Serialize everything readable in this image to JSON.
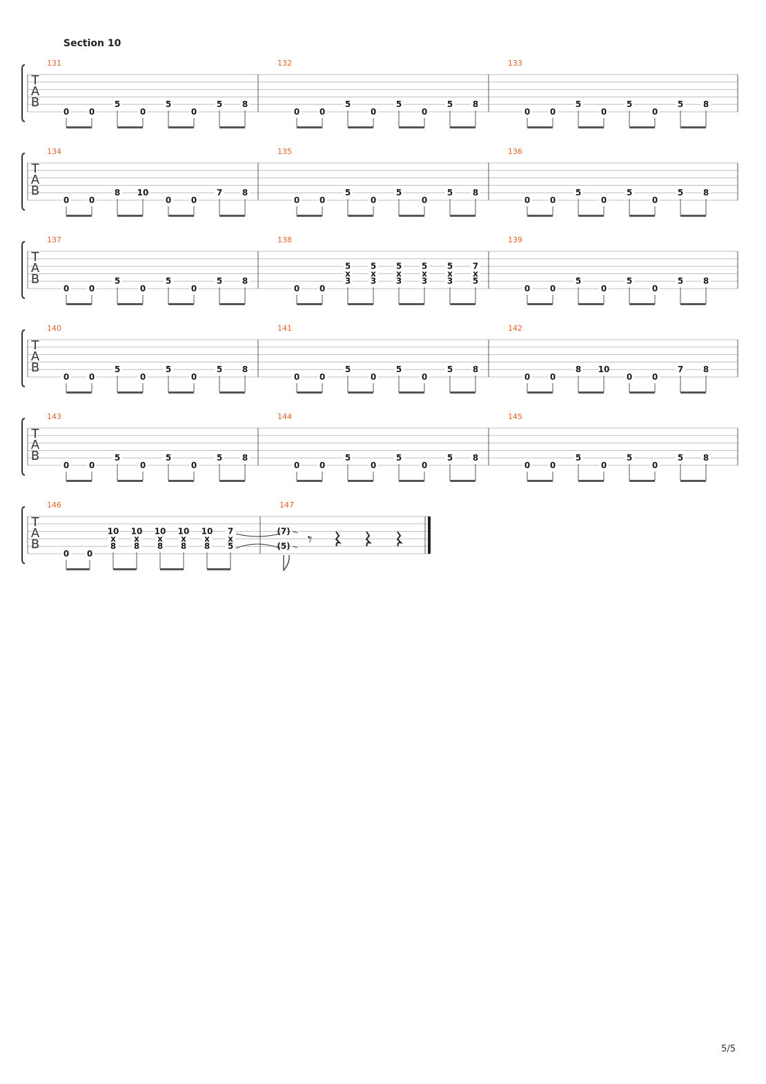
{
  "section_title": "Section 10",
  "page_number": "5/5",
  "tab_clef": [
    "T",
    "A",
    "B"
  ],
  "systems": [
    {
      "measures": [
        {
          "number": "131",
          "pattern": "A"
        },
        {
          "number": "132",
          "pattern": "A"
        },
        {
          "number": "133",
          "pattern": "A"
        }
      ]
    },
    {
      "measures": [
        {
          "number": "134",
          "pattern": "B"
        },
        {
          "number": "135",
          "pattern": "A"
        },
        {
          "number": "136",
          "pattern": "A"
        }
      ]
    },
    {
      "measures": [
        {
          "number": "137",
          "pattern": "A"
        },
        {
          "number": "138",
          "pattern": "C"
        },
        {
          "number": "139",
          "pattern": "A"
        }
      ]
    },
    {
      "measures": [
        {
          "number": "140",
          "pattern": "A"
        },
        {
          "number": "141",
          "pattern": "A"
        },
        {
          "number": "142",
          "pattern": "B"
        }
      ]
    },
    {
      "measures": [
        {
          "number": "143",
          "pattern": "A"
        },
        {
          "number": "144",
          "pattern": "A"
        },
        {
          "number": "145",
          "pattern": "A"
        }
      ]
    },
    {
      "measures": [
        {
          "number": "146",
          "pattern": "D"
        },
        {
          "number": "147",
          "pattern": "E"
        }
      ]
    }
  ],
  "patterns": {
    "A": [
      [
        {
          "s": 6,
          "f": "0"
        }
      ],
      [
        {
          "s": 6,
          "f": "0"
        }
      ],
      [
        {
          "s": 5,
          "f": "5"
        }
      ],
      [
        {
          "s": 6,
          "f": "0"
        }
      ],
      [
        {
          "s": 5,
          "f": "5"
        }
      ],
      [
        {
          "s": 6,
          "f": "0"
        }
      ],
      [
        {
          "s": 5,
          "f": "5"
        }
      ],
      [
        {
          "s": 5,
          "f": "8"
        }
      ]
    ],
    "B": [
      [
        {
          "s": 6,
          "f": "0"
        }
      ],
      [
        {
          "s": 6,
          "f": "0"
        }
      ],
      [
        {
          "s": 5,
          "f": "8"
        }
      ],
      [
        {
          "s": 5,
          "f": "10"
        }
      ],
      [
        {
          "s": 6,
          "f": "0"
        }
      ],
      [
        {
          "s": 6,
          "f": "0"
        }
      ],
      [
        {
          "s": 5,
          "f": "7"
        }
      ],
      [
        {
          "s": 5,
          "f": "8"
        }
      ]
    ],
    "C": [
      [
        {
          "s": 6,
          "f": "0"
        }
      ],
      [
        {
          "s": 6,
          "f": "0"
        }
      ],
      [
        {
          "s": 3,
          "f": "5"
        },
        {
          "s": 4,
          "f": "x"
        },
        {
          "s": 5,
          "f": "3"
        }
      ],
      [
        {
          "s": 3,
          "f": "5"
        },
        {
          "s": 4,
          "f": "x"
        },
        {
          "s": 5,
          "f": "3"
        }
      ],
      [
        {
          "s": 3,
          "f": "5"
        },
        {
          "s": 4,
          "f": "x"
        },
        {
          "s": 5,
          "f": "3"
        }
      ],
      [
        {
          "s": 3,
          "f": "5"
        },
        {
          "s": 4,
          "f": "x"
        },
        {
          "s": 5,
          "f": "3"
        }
      ],
      [
        {
          "s": 3,
          "f": "5"
        },
        {
          "s": 4,
          "f": "x"
        },
        {
          "s": 5,
          "f": "3"
        }
      ],
      [
        {
          "s": 3,
          "f": "7"
        },
        {
          "s": 4,
          "f": "x"
        },
        {
          "s": 5,
          "f": "5"
        }
      ]
    ],
    "D": [
      [
        {
          "s": 6,
          "f": "0"
        }
      ],
      [
        {
          "s": 6,
          "f": "0"
        }
      ],
      [
        {
          "s": 3,
          "f": "10"
        },
        {
          "s": 4,
          "f": "x"
        },
        {
          "s": 5,
          "f": "8"
        }
      ],
      [
        {
          "s": 3,
          "f": "10"
        },
        {
          "s": 4,
          "f": "x"
        },
        {
          "s": 5,
          "f": "8"
        }
      ],
      [
        {
          "s": 3,
          "f": "10"
        },
        {
          "s": 4,
          "f": "x"
        },
        {
          "s": 5,
          "f": "8"
        }
      ],
      [
        {
          "s": 3,
          "f": "10"
        },
        {
          "s": 4,
          "f": "x"
        },
        {
          "s": 5,
          "f": "8"
        }
      ],
      [
        {
          "s": 3,
          "f": "10"
        },
        {
          "s": 4,
          "f": "x"
        },
        {
          "s": 5,
          "f": "8"
        }
      ],
      [
        {
          "s": 3,
          "f": "7"
        },
        {
          "s": 4,
          "f": "x"
        },
        {
          "s": 5,
          "f": "5"
        }
      ]
    ],
    "E": [
      [
        {
          "s": 3,
          "f": "(7)"
        },
        {
          "s": 5,
          "f": "(5)"
        }
      ]
    ]
  }
}
